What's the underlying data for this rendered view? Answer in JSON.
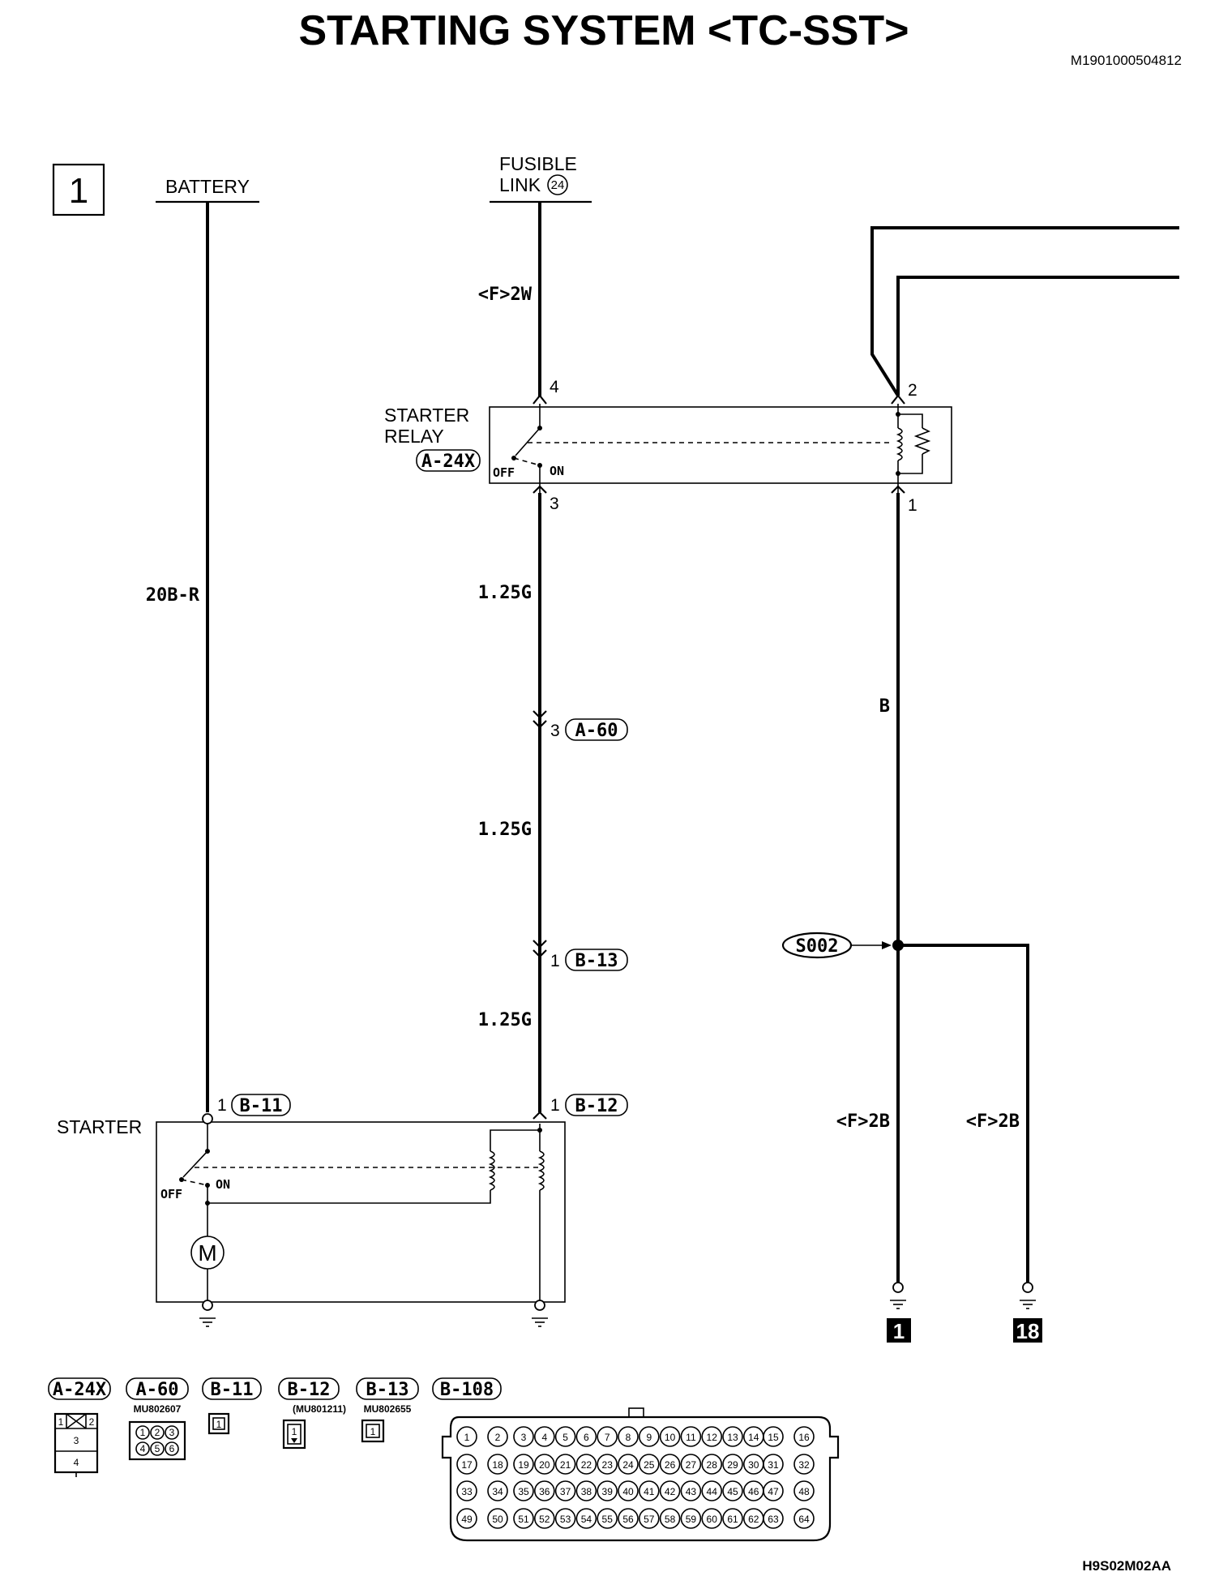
{
  "title": "STARTING SYSTEM <TC-SST>",
  "doc_id": "M1901000504812",
  "figure_code": "H9S02M02AA",
  "page_box_number": "1",
  "sources": {
    "battery": "BATTERY",
    "fusible_link_line1": "FUSIBLE",
    "fusible_link_line2": "LINK",
    "fusible_link_num": "24"
  },
  "wires": {
    "battery_wire": "20B-R",
    "fusible_wire": "<F>2W",
    "relay_out_1": "1.25G",
    "relay_out_2": "1.25G",
    "relay_out_3": "1.25G",
    "coil_ground": "B",
    "ground_1_wire": "<F>2B",
    "ground_2_wire": "<F>2B"
  },
  "starter_relay": {
    "label_line1": "STARTER",
    "label_line2": "RELAY",
    "connector": "A-24X",
    "pin_4": "4",
    "pin_3": "3",
    "pin_2": "2",
    "pin_1": "1",
    "off": "OFF",
    "on": "ON"
  },
  "inline_connectors": {
    "a60_pin": "3",
    "a60": "A-60",
    "b13_pin": "1",
    "b13": "B-13"
  },
  "starter": {
    "label": "STARTER",
    "b11_pin": "1",
    "b11": "B-11",
    "b12_pin": "1",
    "b12": "B-12",
    "off": "OFF",
    "on": "ON",
    "motor": "M"
  },
  "splice": "S002",
  "grounds": {
    "ground_1": "1",
    "ground_2": "18"
  },
  "connector_legend": {
    "a24x": {
      "tag": "A-24X",
      "pins": [
        "1",
        "2",
        "3",
        "4"
      ]
    },
    "a60": {
      "tag": "A-60",
      "part": "MU802607",
      "pins": [
        "1",
        "2",
        "3",
        "4",
        "5",
        "6"
      ]
    },
    "b11": {
      "tag": "B-11",
      "pins": [
        "1"
      ]
    },
    "b12": {
      "tag": "B-12",
      "part": "(MU801211)",
      "pins": [
        "1"
      ]
    },
    "b13": {
      "tag": "B-13",
      "part": "MU802655",
      "pins": [
        "1"
      ]
    },
    "b108": {
      "tag": "B-108",
      "pins": [
        "1",
        "2",
        "3",
        "4",
        "5",
        "6",
        "7",
        "8",
        "9",
        "10",
        "11",
        "12",
        "13",
        "14",
        "15",
        "16",
        "17",
        "18",
        "19",
        "20",
        "21",
        "22",
        "23",
        "24",
        "25",
        "26",
        "27",
        "28",
        "29",
        "30",
        "31",
        "32",
        "33",
        "34",
        "35",
        "36",
        "37",
        "38",
        "39",
        "40",
        "41",
        "42",
        "43",
        "44",
        "45",
        "46",
        "47",
        "48",
        "49",
        "50",
        "51",
        "52",
        "53",
        "54",
        "55",
        "56",
        "57",
        "58",
        "59",
        "60",
        "61",
        "62",
        "63",
        "64"
      ]
    }
  }
}
